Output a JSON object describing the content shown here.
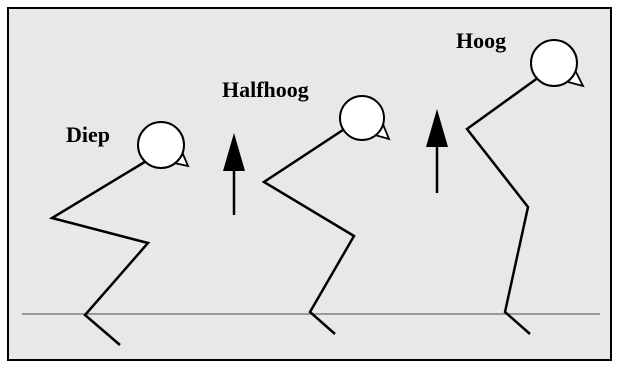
{
  "labels": {
    "deep": "Diep",
    "half_high": "Halfhoog",
    "high": "Hoog"
  },
  "colors": {
    "background": "#e8e8e8",
    "border": "#000000",
    "ground_line": "#7f7f7f",
    "figure_stroke": "#000000",
    "head_fill": "#ffffff"
  },
  "icons": [
    "up-arrow-icon",
    "up-arrow-icon"
  ]
}
